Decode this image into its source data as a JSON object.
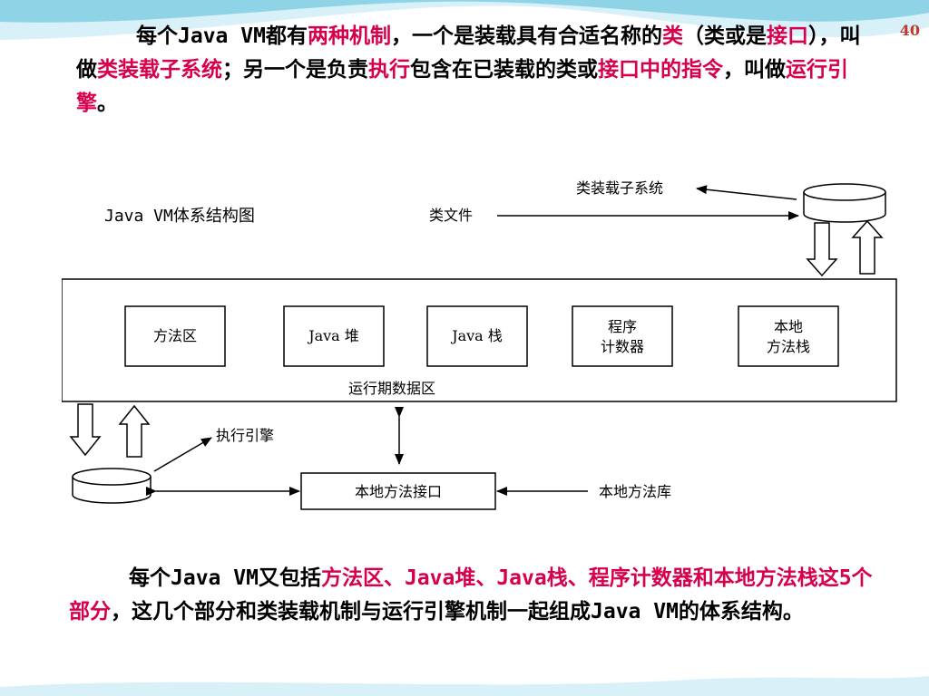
{
  "page": {
    "number": "40"
  },
  "colors": {
    "highlight": "#d6004f",
    "wave_dark": "#8fd3e6",
    "wave_light": "#d8f1f8"
  },
  "paragraph_top": {
    "segments": [
      {
        "text": "每个Java VM都有",
        "highlight": false
      },
      {
        "text": "两种机制",
        "highlight": true
      },
      {
        "text": "，一个是装载具有合适名称的",
        "highlight": false
      },
      {
        "text": "类",
        "highlight": true
      },
      {
        "text": "（类或是",
        "highlight": false
      },
      {
        "text": "接口",
        "highlight": true
      },
      {
        "text": "），叫做",
        "highlight": false
      },
      {
        "text": "类装载子系统",
        "highlight": true
      },
      {
        "text": "；另一个是负责",
        "highlight": false
      },
      {
        "text": "执行",
        "highlight": true
      },
      {
        "text": "包含在已装载的类或",
        "highlight": false
      },
      {
        "text": "接口中的指令",
        "highlight": true
      },
      {
        "text": "，叫做",
        "highlight": false
      },
      {
        "text": "运行引擎",
        "highlight": true
      },
      {
        "text": "。",
        "highlight": false
      }
    ]
  },
  "diagram": {
    "title": "Java VM体系结构图",
    "class_file": "类文件",
    "class_loader": "类装载子系统",
    "runtime_area": "运行期数据区",
    "areas": {
      "method_area": "方法区",
      "java_heap": "Java 堆",
      "java_stack": "Java 栈",
      "pc_line1": "程序",
      "pc_line2": "计数器",
      "native_line1": "本地",
      "native_line2": "方法栈"
    },
    "exec_engine": "执行引擎",
    "native_interface": "本地方法接口",
    "native_library": "本地方法库"
  },
  "paragraph_bottom": {
    "segments": [
      {
        "text": "每个Java VM又包括",
        "highlight": false
      },
      {
        "text": "方法区、Java堆、Java栈、程序计数器和本地方法栈这5个部分",
        "highlight": true
      },
      {
        "text": "，这几个部分和类装载机制与运行引擎机制一起组成Java VM的体系结构。",
        "highlight": false
      }
    ]
  }
}
